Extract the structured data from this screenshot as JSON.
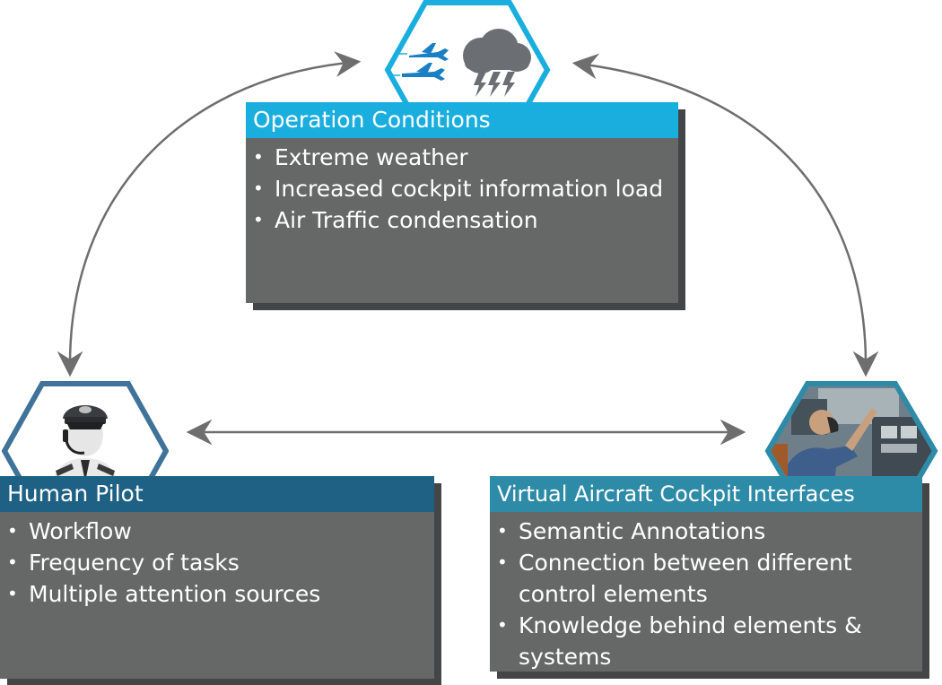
{
  "colors": {
    "panel_bg": "#666767",
    "panel_shadow": "#444546",
    "operation_accent": "#1aaedf",
    "pilot_accent": "#1f6184",
    "cockpit_accent": "#2e8ba8",
    "arrow": "#6e6e6e"
  },
  "operation_conditions": {
    "title": "Operation Conditions",
    "icon": "planes-storm-icon",
    "items": [
      "Extreme weather",
      "Increased cockpit information load",
      "Air Traffic condensation"
    ]
  },
  "human_pilot": {
    "title": "Human Pilot",
    "icon": "pilot-icon",
    "items": [
      "Workflow",
      "Frequency of tasks",
      "Multiple attention sources"
    ]
  },
  "virtual_cockpit": {
    "title": "Virtual Aircraft Cockpit Interfaces",
    "icon": "cockpit-photo-icon",
    "items": [
      "Semantic Annotations",
      "Connection between different control elements",
      "Knowledge behind elements & systems"
    ]
  }
}
